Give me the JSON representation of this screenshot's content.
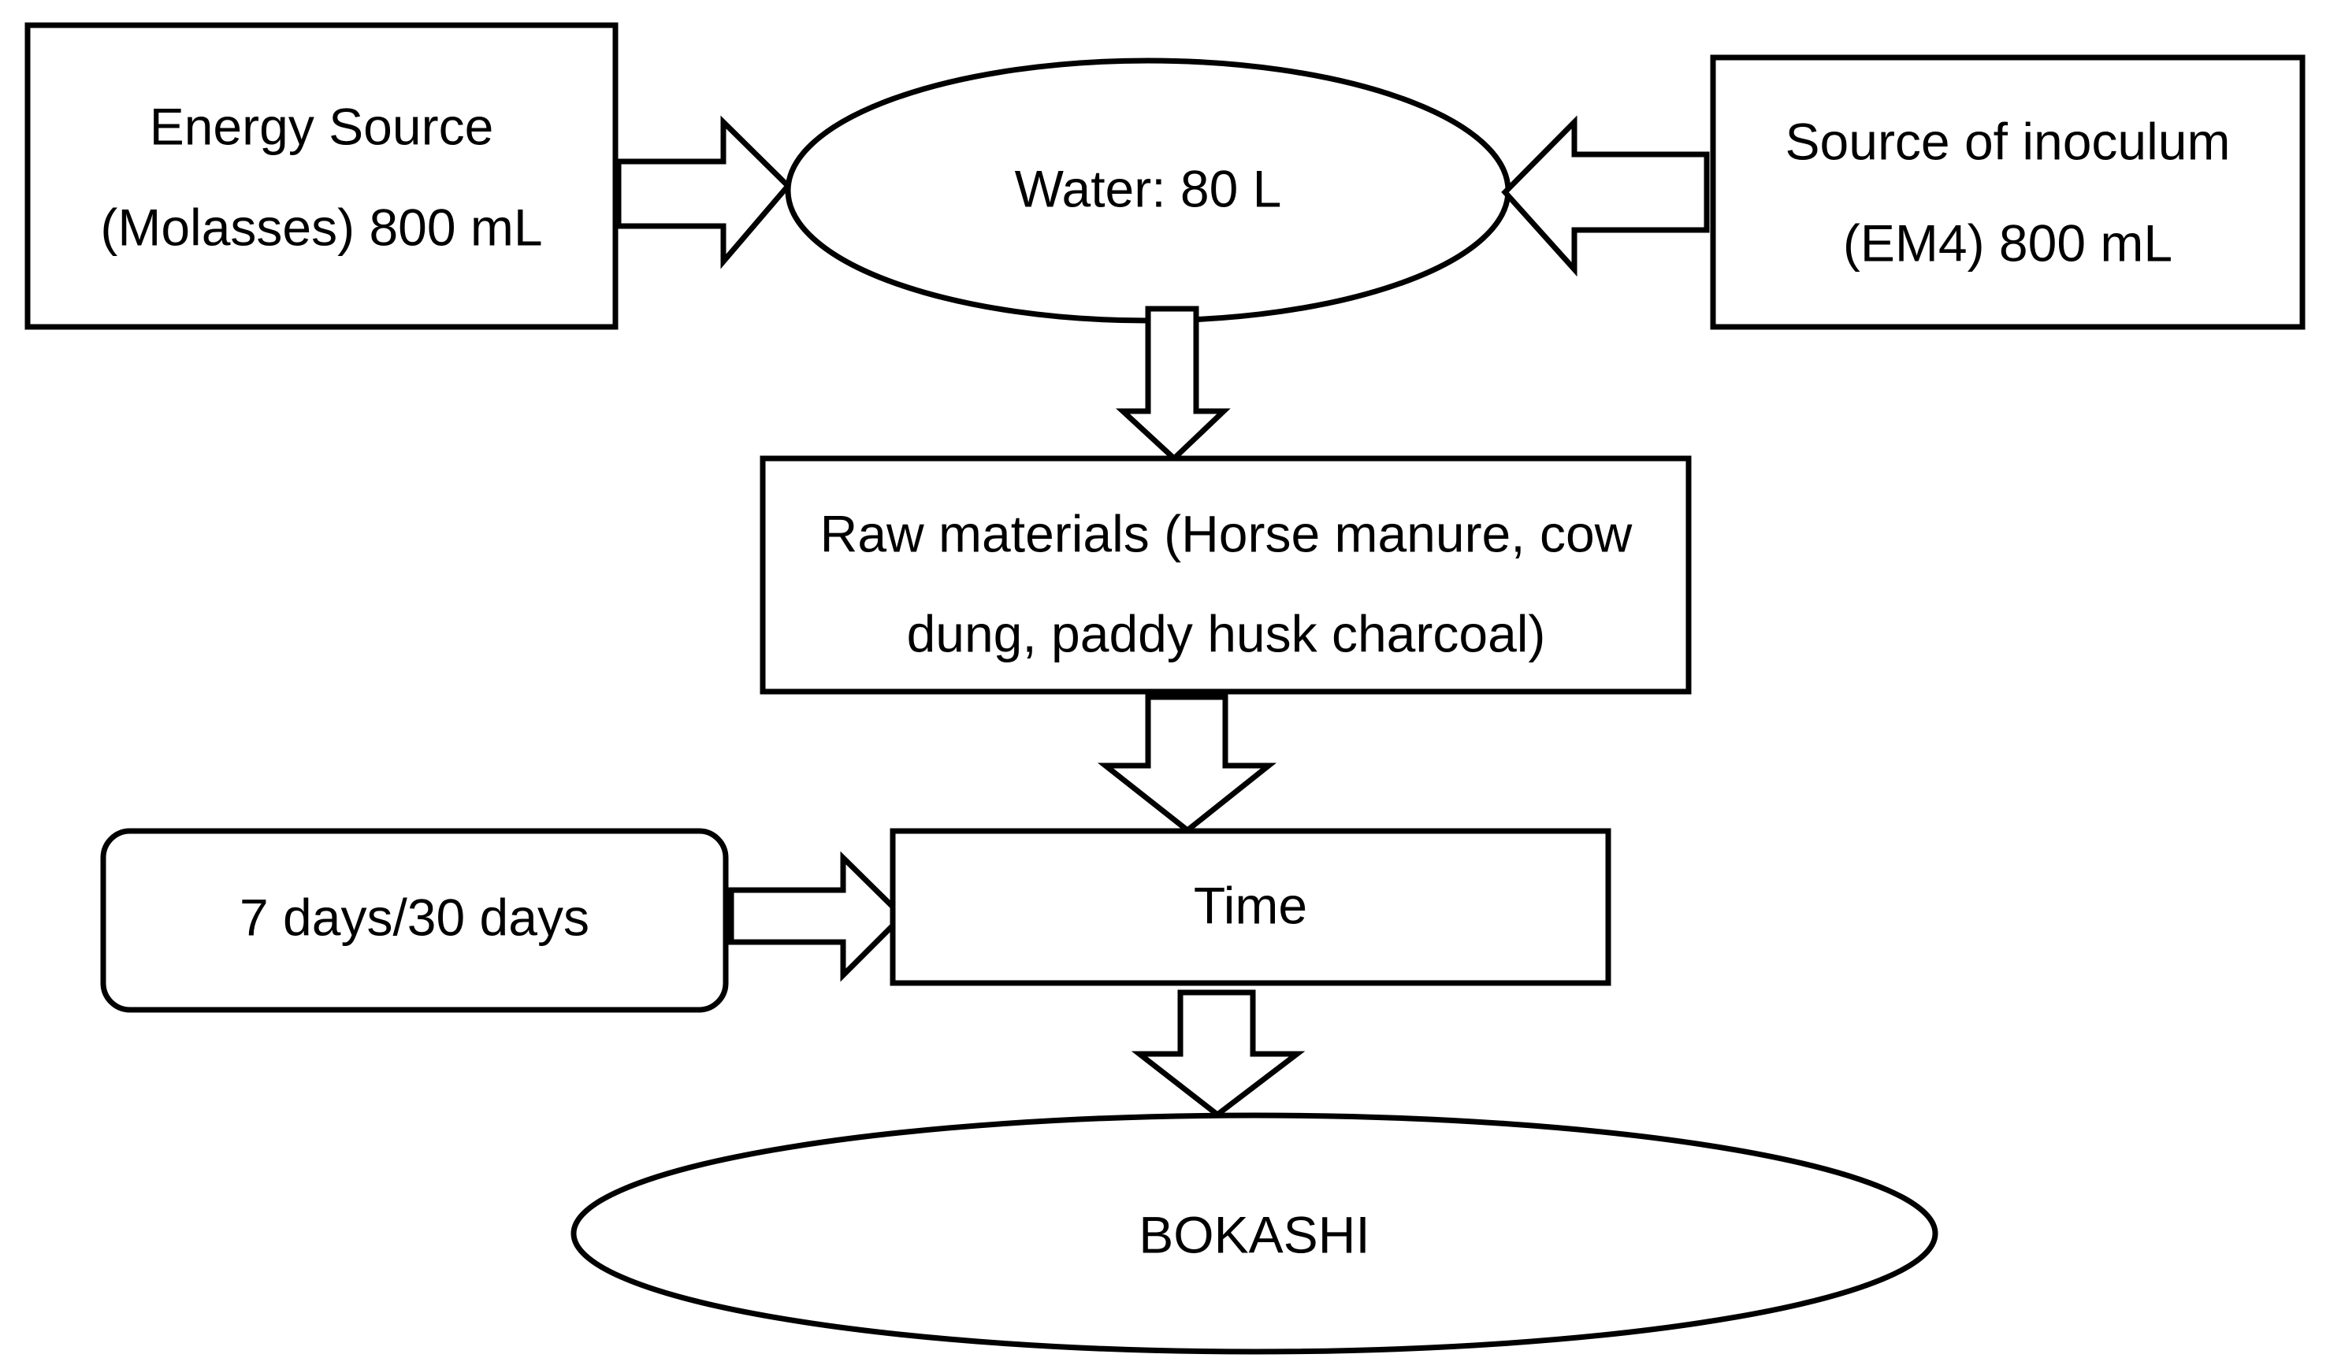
{
  "nodes": {
    "energy_source": {
      "line1": "Energy Source",
      "line2": "(Molasses) 800 mL"
    },
    "water": {
      "text": "Water: 80 L"
    },
    "inoculum": {
      "line1": "Source of inoculum",
      "line2": "(EM4) 800 mL"
    },
    "raw_materials": {
      "line1": "Raw materials (Horse manure, cow",
      "line2": "dung, paddy husk charcoal)"
    },
    "duration": {
      "text": "7 days/30 days"
    },
    "time": {
      "text": "Time"
    },
    "bokashi": {
      "text": "BOKASHI"
    }
  },
  "colors": {
    "stroke": "#000000",
    "fill": "#ffffff"
  }
}
